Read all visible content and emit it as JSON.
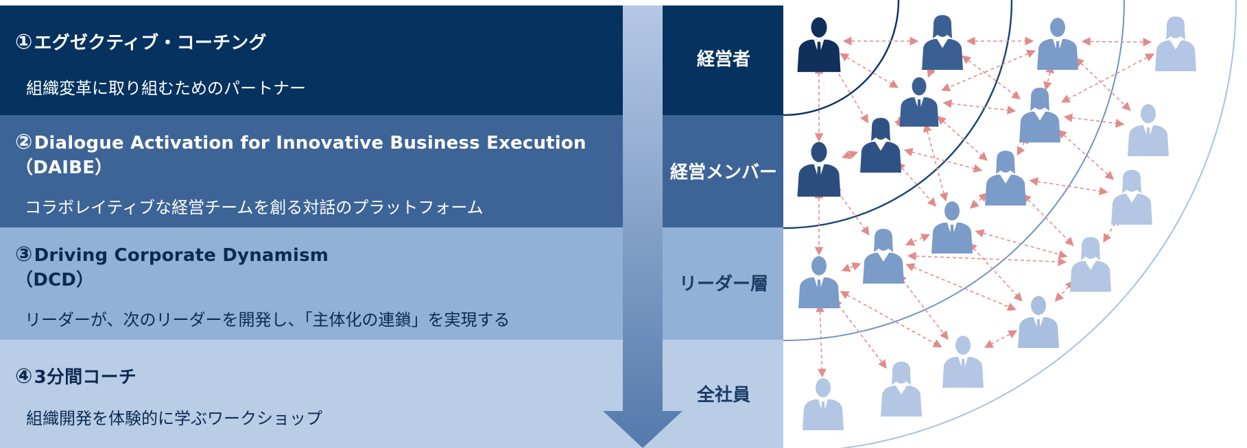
{
  "bands": [
    {
      "num": "①",
      "title": "エグゼクティブ・コーチング",
      "title2": "",
      "desc": "組織変革に取り組むためのパートナー",
      "role": "経営者"
    },
    {
      "num": "②",
      "title": "Dialogue Activation for Innovative Business Execution",
      "title2": "（DAIBE）",
      "desc": "コラボレイティブな経営チームを創る対話のプラットフォーム",
      "role": "経営メンバー"
    },
    {
      "num": "③",
      "title": "Driving Corporate Dynamism",
      "title2": "（DCD）",
      "desc": "リーダーが、次のリーダーを開発し、「主体化の連鎖」を実現する",
      "role": "リーダー層"
    },
    {
      "num": "④",
      "title": "3分間コーチ",
      "title2": "",
      "desc": "組織開発を体験的に学ぶワークショップ",
      "role": "全社員"
    }
  ],
  "colors": {
    "band1": "#05325f",
    "band2": "#3d6496",
    "band3": "#93b1d6",
    "band4": "#b9cde6",
    "role1": "#05325f",
    "role2": "#36598a",
    "role3": "#8aaad2",
    "role4": "#b9cde6",
    "arrow_top": "#b5c8e4",
    "arrow_bottom": "#5479ac",
    "arc": "#2a4f7f",
    "arrow_link": "#e28b8b"
  },
  "icons": [
    "person-male-icon",
    "person-female-icon"
  ]
}
